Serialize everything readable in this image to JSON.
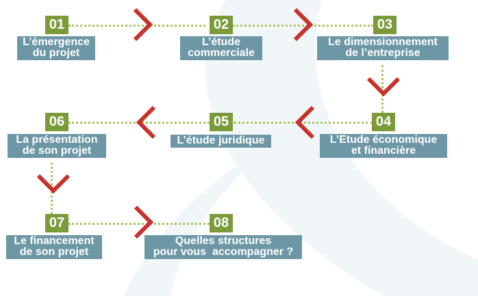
{
  "steps": [
    {
      "number": "01",
      "lines": [
        "L’émergence",
        "du projet"
      ]
    },
    {
      "number": "02",
      "lines": [
        "L’étude",
        "commerciale"
      ]
    },
    {
      "number": "03",
      "lines": [
        "Le dimensionnement",
        "de l’entreprise"
      ]
    },
    {
      "number": "04",
      "lines": [
        "L’Etude économique",
        "et financière"
      ]
    },
    {
      "number": "05",
      "lines": [
        "L’étude juridique"
      ]
    },
    {
      "number": "06",
      "lines": [
        "La présentation",
        "de son projet"
      ]
    },
    {
      "number": "07",
      "lines": [
        "Le financement",
        "de son projet"
      ]
    },
    {
      "number": "08",
      "lines": [
        "Quelles structures",
        "pour vous  accompagner ?"
      ]
    }
  ],
  "colors": {
    "number_box": "#7b9b3b",
    "label_box": "#6d97a5",
    "arrow": "#c8322d",
    "connector": "#a8c45c",
    "background_swoosh": "#eef4f6"
  },
  "icons": {
    "arrow_right": "chevron-right-icon",
    "arrow_left": "chevron-left-icon",
    "arrow_down": "chevron-down-icon"
  }
}
